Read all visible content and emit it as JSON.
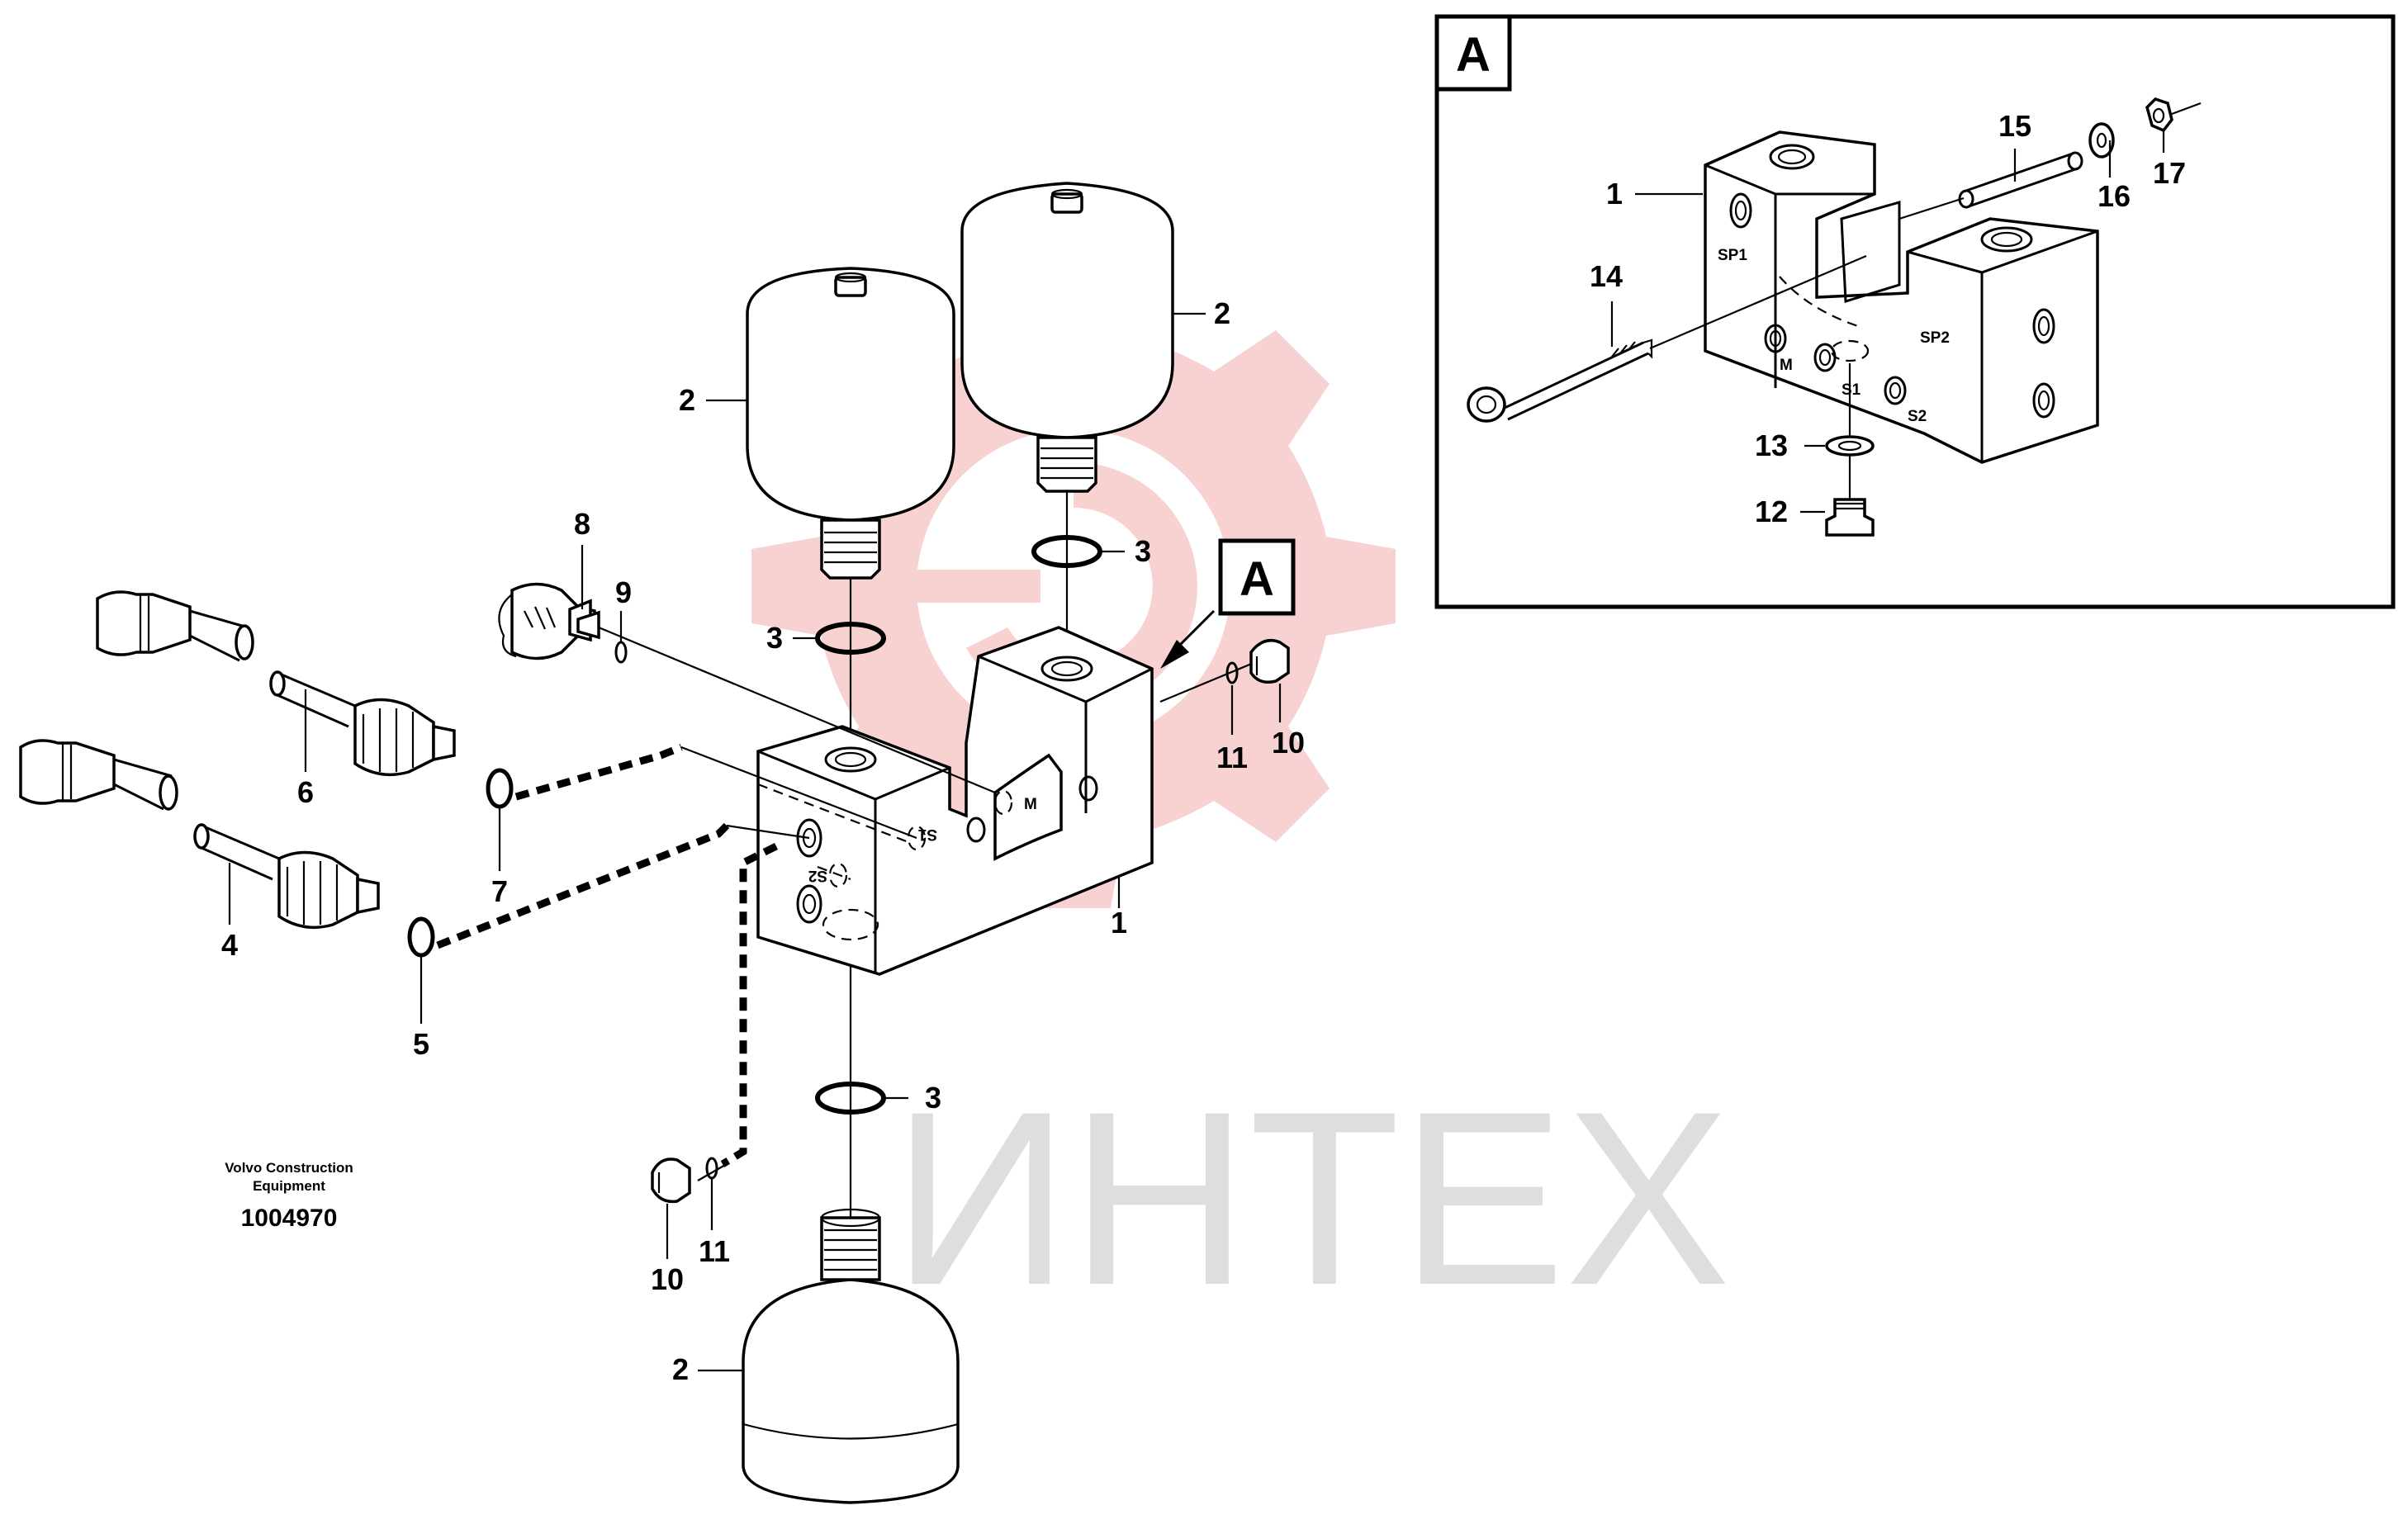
{
  "diagram": {
    "colors": {
      "line": "#000000",
      "watermark_red": "#f5c2c2",
      "watermark_grey": "#dedede",
      "background": "#ffffff"
    },
    "watermark": {
      "text": "ИНТЕХ",
      "logo": "gear-logo"
    },
    "caption": {
      "maker_line1": "Volvo Construction",
      "maker_line2": "Equipment",
      "drawing_number": "1004970"
    },
    "detail_tag": "A",
    "detail_box_tag": "A",
    "callouts": {
      "c1_main": "1",
      "c2_left": "2",
      "c2_right": "2",
      "c2_bottom": "2",
      "c3_left": "3",
      "c3_right": "3",
      "c3_bottom": "3",
      "c4": "4",
      "c5": "5",
      "c6": "6",
      "c7": "7",
      "c8": "8",
      "c9": "9",
      "c10_right": "10",
      "c10_bottom": "10",
      "c11_right": "11",
      "c11_bottom": "11",
      "d1": "1",
      "d12": "12",
      "d13": "13",
      "d14": "14",
      "d15": "15",
      "d16": "16",
      "d17": "17"
    },
    "port_labels": {
      "m_main": "M",
      "s1_main": "S1",
      "s2_main": "S2",
      "sp1": "SP1",
      "sp2": "SP2",
      "m_detail": "M",
      "s1_detail": "S1",
      "s2_detail": "S2"
    }
  }
}
